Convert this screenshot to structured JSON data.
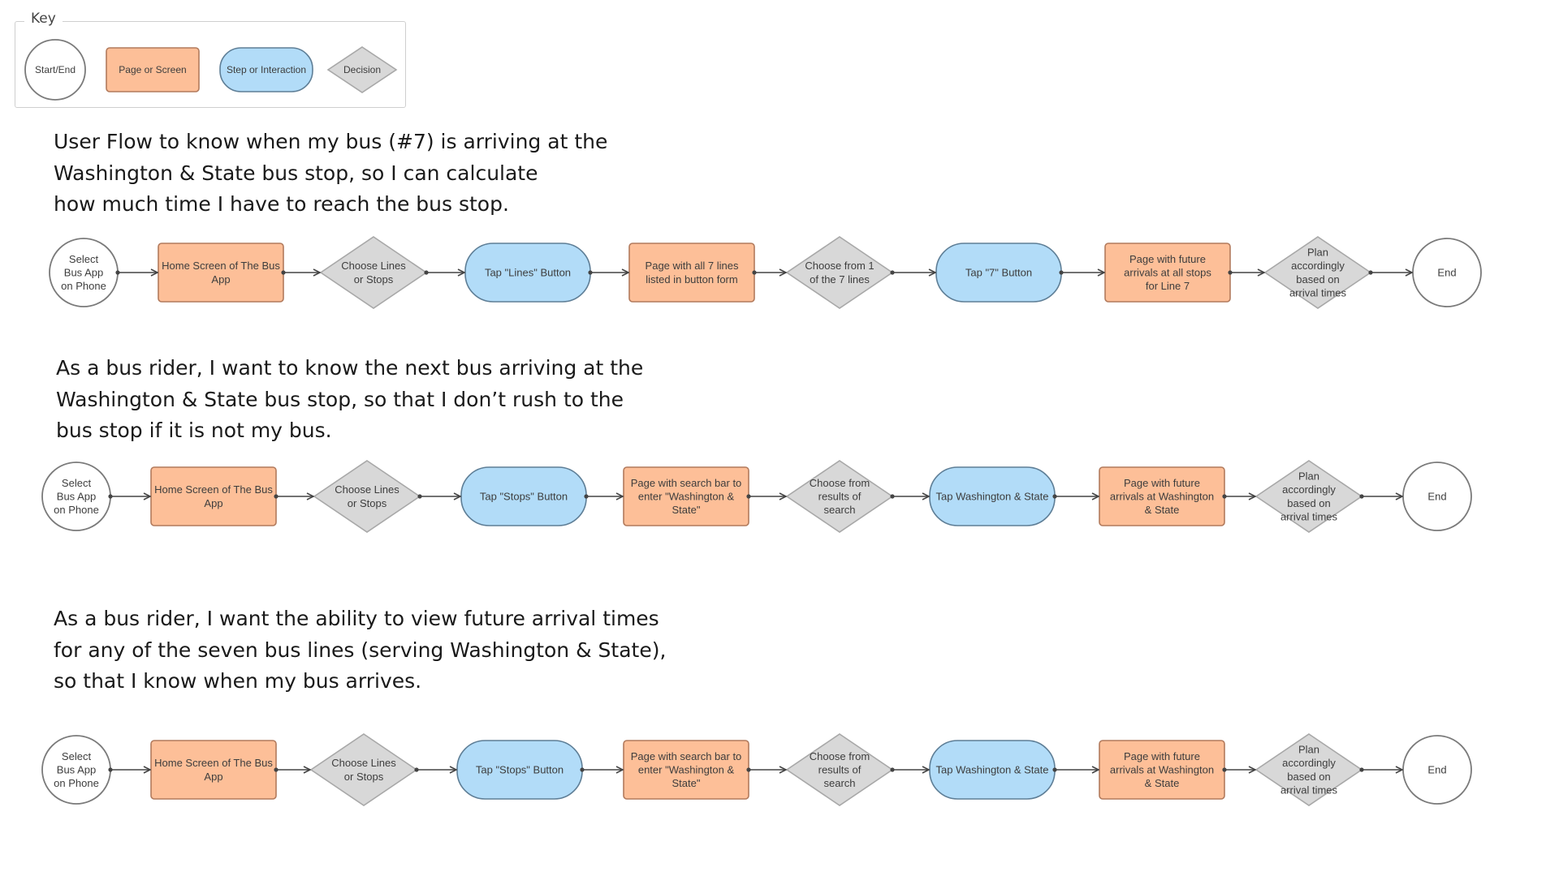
{
  "key": {
    "title": "Key",
    "items": [
      {
        "shape": "circle",
        "label": "Start/End"
      },
      {
        "shape": "rect",
        "label": "Page or Screen"
      },
      {
        "shape": "pill",
        "label": "Step or Interaction"
      },
      {
        "shape": "diamond",
        "label": "Decision"
      }
    ]
  },
  "colors": {
    "page_fill": "#fdbf98",
    "page_stroke": "#b27a5c",
    "step_fill": "#b2dcf8",
    "step_stroke": "#5e7e96",
    "decision_fill": "#d8d8d8",
    "decision_stroke": "#a8a8a8",
    "circle_stroke": "#7a7a7a",
    "arrow": "#444444"
  },
  "flows": [
    {
      "story": [
        "User Flow to know when my bus (#7) is arriving at the",
        "Washington & State bus stop, so I can calculate",
        "how much time I have to reach the bus stop."
      ],
      "nodes": [
        {
          "shape": "circle",
          "label": "Select Bus App on Phone"
        },
        {
          "shape": "rect",
          "label": "Home Screen of The Bus App"
        },
        {
          "shape": "diamond",
          "label": "Choose Lines or Stops"
        },
        {
          "shape": "pill",
          "label": "Tap \"Lines\" Button"
        },
        {
          "shape": "rect",
          "label": "Page with all 7 lines listed in button form"
        },
        {
          "shape": "diamond",
          "label": "Choose from 1 of the 7 lines"
        },
        {
          "shape": "pill",
          "label": "Tap \"7\" Button"
        },
        {
          "shape": "rect",
          "label": "Page with future arrivals at all stops for Line 7"
        },
        {
          "shape": "diamond",
          "label": "Plan accordingly based on arrival times"
        },
        {
          "shape": "circle",
          "label": "End"
        }
      ]
    },
    {
      "story": [
        "As a bus rider, I want to know the next bus arriving at the",
        "Washington & State bus stop, so that I don’t rush to the",
        "bus stop if it is not my bus."
      ],
      "nodes": [
        {
          "shape": "circle",
          "label": "Select Bus App on Phone"
        },
        {
          "shape": "rect",
          "label": "Home Screen of The Bus App"
        },
        {
          "shape": "diamond",
          "label": "Choose Lines or Stops"
        },
        {
          "shape": "pill",
          "label": "Tap \"Stops\" Button"
        },
        {
          "shape": "rect",
          "label": "Page with search bar to enter \"Washington & State\""
        },
        {
          "shape": "diamond",
          "label": "Choose from results of search"
        },
        {
          "shape": "pill",
          "label": "Tap Washington & State"
        },
        {
          "shape": "rect",
          "label": "Page with future arrivals at Washington & State"
        },
        {
          "shape": "diamond",
          "label": "Plan accordingly based on arrival times"
        },
        {
          "shape": "circle",
          "label": "End"
        }
      ]
    },
    {
      "story": [
        "As a bus rider, I want the ability to view future arrival times",
        "for any of the seven bus lines (serving Washington & State),",
        "so that I know when my bus arrives."
      ],
      "nodes": [
        {
          "shape": "circle",
          "label": "Select Bus App on Phone"
        },
        {
          "shape": "rect",
          "label": "Home Screen of The Bus App"
        },
        {
          "shape": "diamond",
          "label": "Choose Lines or Stops"
        },
        {
          "shape": "pill",
          "label": "Tap \"Stops\" Button"
        },
        {
          "shape": "rect",
          "label": "Page with search bar to enter \"Washington & State\""
        },
        {
          "shape": "diamond",
          "label": "Choose from results of search"
        },
        {
          "shape": "pill",
          "label": "Tap Washington & State"
        },
        {
          "shape": "rect",
          "label": "Page with future arrivals at Washington & State"
        },
        {
          "shape": "diamond",
          "label": "Plan accordingly based on arrival times"
        },
        {
          "shape": "circle",
          "label": "End"
        }
      ]
    }
  ]
}
